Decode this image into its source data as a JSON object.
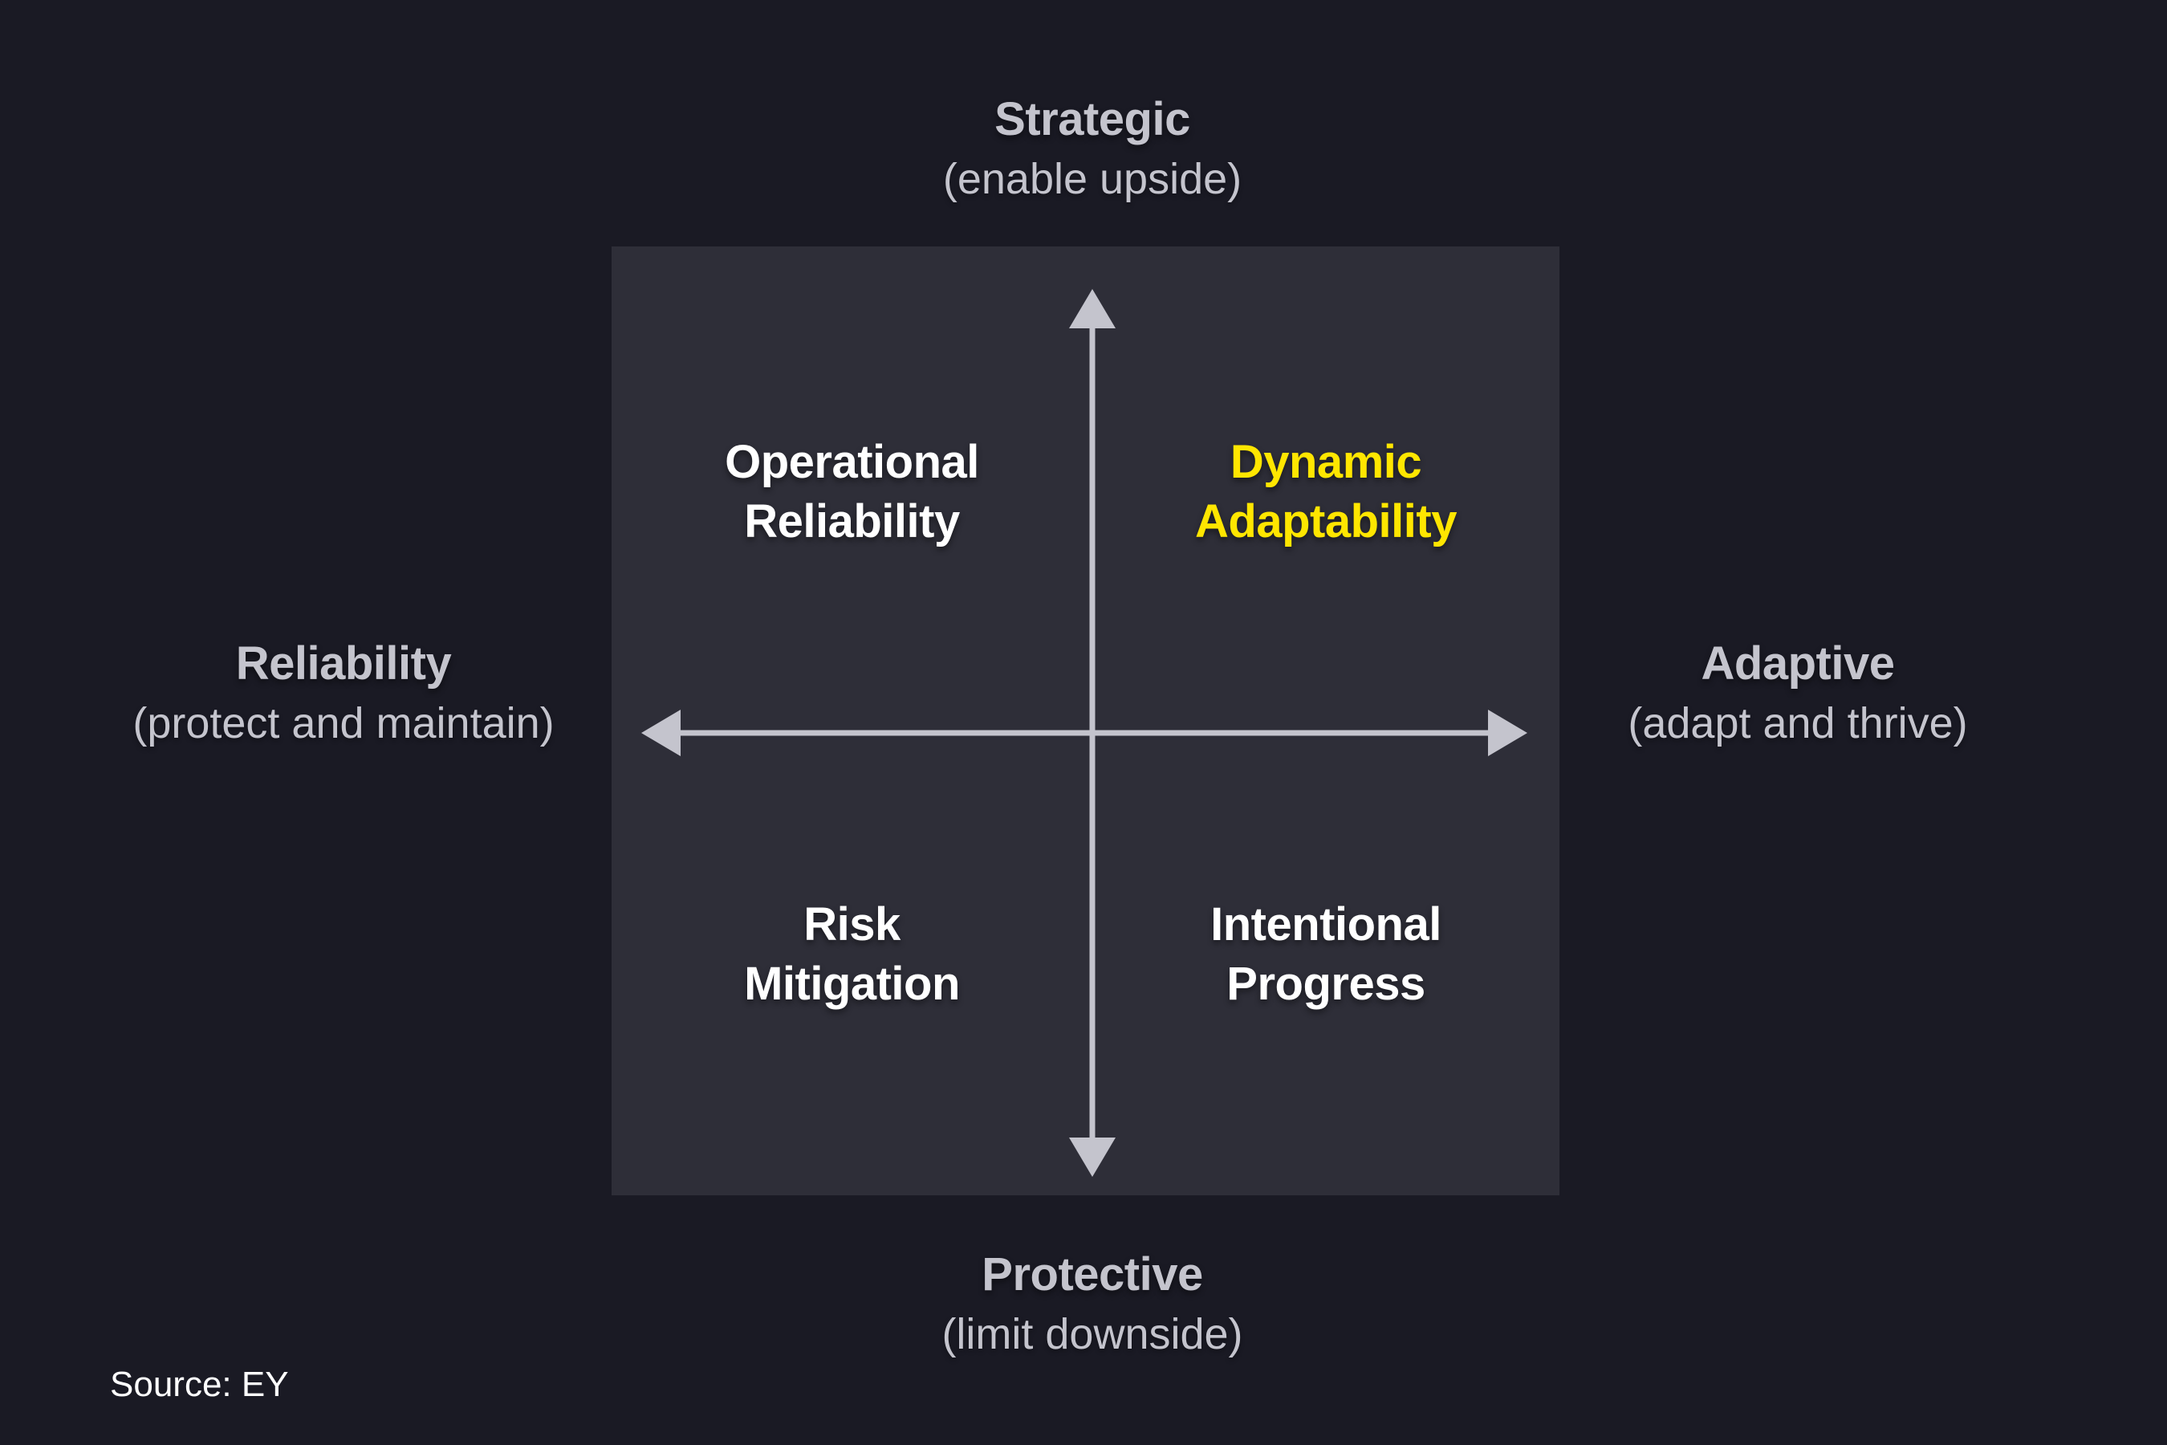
{
  "colors": {
    "background": "#1a1a24",
    "panel": "#2e2e38",
    "axis_and_labels": "#c4c4cd",
    "quadrant_text": "#ffffff",
    "highlight_yellow": "#ffe600"
  },
  "axes": {
    "top": {
      "title": "Strategic",
      "subtitle": "(enable upside)"
    },
    "bottom": {
      "title": "Protective",
      "subtitle": "(limit downside)"
    },
    "left": {
      "title": "Reliability",
      "subtitle": "(protect and maintain)"
    },
    "right": {
      "title": "Adaptive",
      "subtitle": "(adapt and thrive)"
    }
  },
  "quadrants": {
    "top_left": {
      "line1": "Operational",
      "line2": "Reliability"
    },
    "top_right": {
      "line1": "Dynamic",
      "line2": "Adaptability"
    },
    "bottom_left": {
      "line1": "Risk",
      "line2": "Mitigation"
    },
    "bottom_right": {
      "line1": "Intentional",
      "line2": "Progress"
    }
  },
  "source": "Source: EY"
}
